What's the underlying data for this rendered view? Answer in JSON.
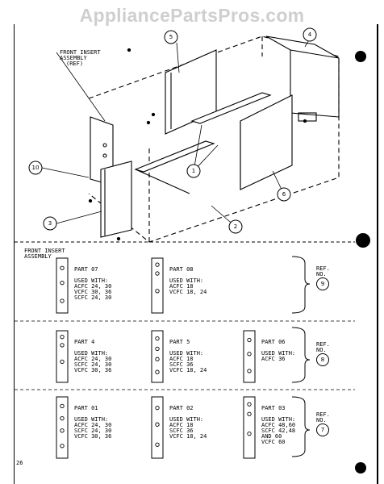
{
  "watermark": "AppliancePartsPros.com",
  "top_diagram": {
    "label_front_insert": [
      "FRONT INSERT",
      "ASSEMBLY",
      "(REF)"
    ],
    "callouts": [
      "5",
      "4",
      "10",
      "1",
      "3",
      "2",
      "6"
    ]
  },
  "section_title": [
    "FRONT INSERT",
    "ASSEMBLY"
  ],
  "rows": [
    {
      "ref_label": [
        "REF.",
        "NO."
      ],
      "ref_no": "9",
      "parts": [
        {
          "name": "PART 07",
          "used": [
            "USED WITH:",
            "ACFC 24, 30",
            "VCFC 30, 36",
            "SCFC 24, 30"
          ]
        },
        {
          "name": "PART 08",
          "used": [
            "USED WITH:",
            "ACFC 18",
            "VCFC 18, 24"
          ]
        }
      ]
    },
    {
      "ref_label": [
        "REF.",
        "NO."
      ],
      "ref_no": "8",
      "parts": [
        {
          "name": "PART 4",
          "used": [
            "USED WITH:",
            "ACFC 24, 30",
            "SCFC 24, 30",
            "VCFC 30, 36"
          ]
        },
        {
          "name": "PART 5",
          "used": [
            "USED WITH:",
            "ACFC 18",
            "SCFC 36",
            "VCFC 18, 24"
          ]
        },
        {
          "name": "PART 06",
          "used": [
            "USED WITH:",
            "ACFC 36"
          ]
        }
      ]
    },
    {
      "ref_label": [
        "REF.",
        "NO."
      ],
      "ref_no": "7",
      "parts": [
        {
          "name": "PART 01",
          "used": [
            "USED WITH:",
            "ACFC 24, 30",
            "SCFC 24, 30",
            "VCFC 30, 36"
          ]
        },
        {
          "name": "PART 02",
          "used": [
            "USED WITH:",
            "ACFC 18",
            "SCFC 36",
            "VCFC 18, 24"
          ]
        },
        {
          "name": "PART 03",
          "used": [
            "USED WITH:",
            "ACFC 48,60",
            "SCFC 42,48",
            "AND 60",
            "VCFC 60"
          ]
        }
      ]
    }
  ],
  "page_number": "26"
}
